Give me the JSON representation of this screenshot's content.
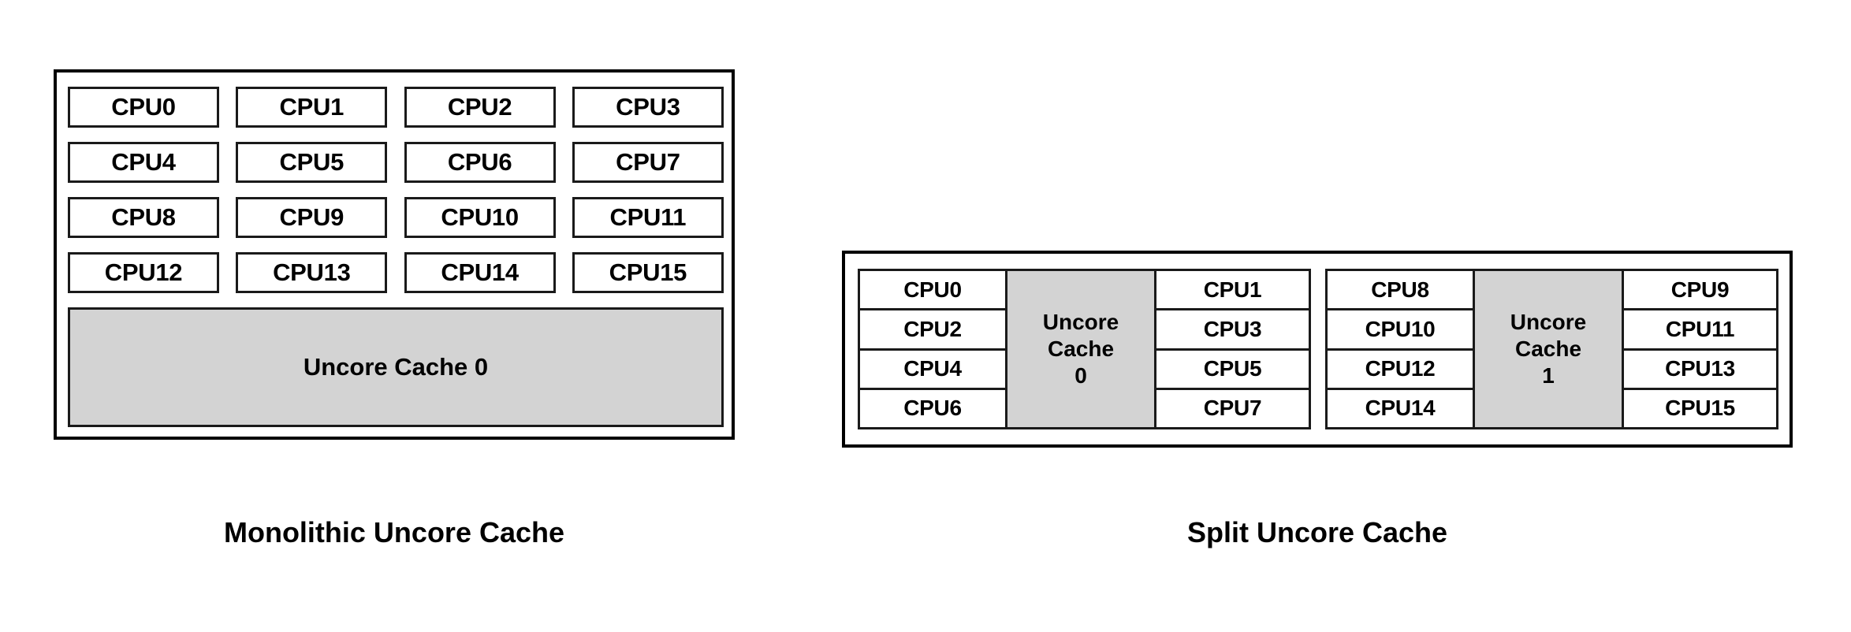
{
  "figure": {
    "colors": {
      "cache_fill": "#d3d3d3",
      "box_fill": "#ffffff",
      "stroke": "#000000"
    }
  },
  "monolithic": {
    "caption": "Monolithic Uncore Cache",
    "cpus": [
      "CPU0",
      "CPU1",
      "CPU2",
      "CPU3",
      "CPU4",
      "CPU5",
      "CPU6",
      "CPU7",
      "CPU8",
      "CPU9",
      "CPU10",
      "CPU11",
      "CPU12",
      "CPU13",
      "CPU14",
      "CPU15"
    ],
    "cache": {
      "label": "Uncore Cache 0"
    }
  },
  "split": {
    "caption": "Split Uncore Cache",
    "clusters": [
      {
        "left_cpus": [
          "CPU0",
          "CPU2",
          "CPU4",
          "CPU6"
        ],
        "cache": {
          "line1": "Uncore",
          "line2": "Cache",
          "line3": "0"
        },
        "right_cpus": [
          "CPU1",
          "CPU3",
          "CPU5",
          "CPU7"
        ]
      },
      {
        "left_cpus": [
          "CPU8",
          "CPU10",
          "CPU12",
          "CPU14"
        ],
        "cache": {
          "line1": "Uncore",
          "line2": "Cache",
          "line3": "1"
        },
        "right_cpus": [
          "CPU9",
          "CPU11",
          "CPU13",
          "CPU15"
        ]
      }
    ]
  }
}
